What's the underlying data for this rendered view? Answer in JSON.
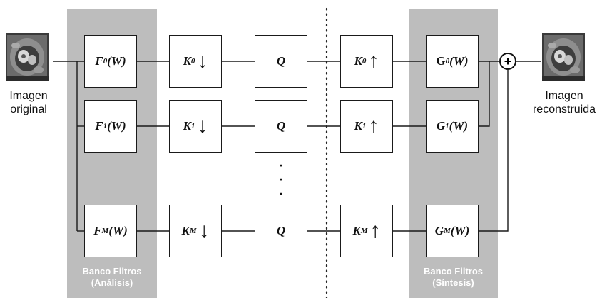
{
  "input_label": [
    "Imagen",
    "original"
  ],
  "output_label": [
    "Imagen",
    "reconstruida"
  ],
  "analysis_bank": [
    "Banco Filtros",
    "(Análisis)"
  ],
  "synthesis_bank": [
    "Banco Filtros",
    "(Síntesis)"
  ],
  "channels": [
    {
      "analysis": {
        "main": "F",
        "sub": "0",
        "tail": "(W)"
      },
      "down": {
        "main": "K",
        "sub": "0"
      },
      "quant": "Q",
      "up": {
        "main": "K",
        "sub": "0"
      },
      "synthesis": {
        "main": "G",
        "sub": "0",
        "tail": "(W)",
        "upright": true
      }
    },
    {
      "analysis": {
        "main": "F",
        "sub": "1",
        "tail": "(W)"
      },
      "down": {
        "main": "K",
        "sub": "1"
      },
      "quant": "Q",
      "up": {
        "main": "K",
        "sub": "1"
      },
      "synthesis": {
        "main": "G",
        "sub": "1",
        "tail": "(W)"
      }
    },
    {
      "analysis": {
        "main": "F",
        "sub": "M",
        "tail": "(W)"
      },
      "down": {
        "main": "K",
        "sub": "M"
      },
      "quant": "Q",
      "up": {
        "main": "K",
        "sub": "M"
      },
      "synthesis": {
        "main": "G",
        "sub": "M",
        "tail": "(W)"
      }
    }
  ],
  "down_arrow": "↓",
  "up_arrow": "↑",
  "adder_symbol": "+",
  "ellipsis": [
    "·",
    "·",
    "·"
  ],
  "colors": {
    "panel": "#bdbdbd",
    "line": "#1a1a1a",
    "panel_text": "#ffffff"
  },
  "icons": {
    "input_image": "cardiac-mri-icon",
    "output_image": "cardiac-mri-icon",
    "down_arrow": "down-arrow-icon",
    "up_arrow": "up-arrow-icon",
    "adder": "summing-junction-icon"
  }
}
